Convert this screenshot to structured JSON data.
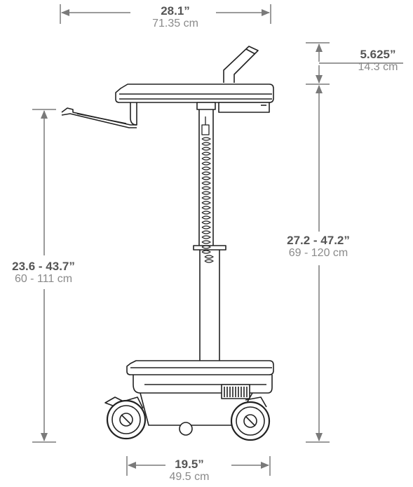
{
  "dimensions": {
    "overall_width": {
      "imperial": "28.1”",
      "metric": "71.35 cm"
    },
    "handle_height": {
      "imperial": "5.625”",
      "metric": "14.3 cm"
    },
    "work_surface_height": {
      "imperial": "27.2 - 47.2”",
      "metric": "69 - 120 cm"
    },
    "keyboard_tray_height": {
      "imperial": "23.6 - 43.7”",
      "metric": "60 - 111 cm"
    },
    "base_width": {
      "imperial": "19.5”",
      "metric": "49.5 cm"
    }
  },
  "colors": {
    "outline": "#222222",
    "dimension_line": "#7a7a7a",
    "imperial_text": "#555555",
    "metric_text": "#8a8a8a"
  }
}
